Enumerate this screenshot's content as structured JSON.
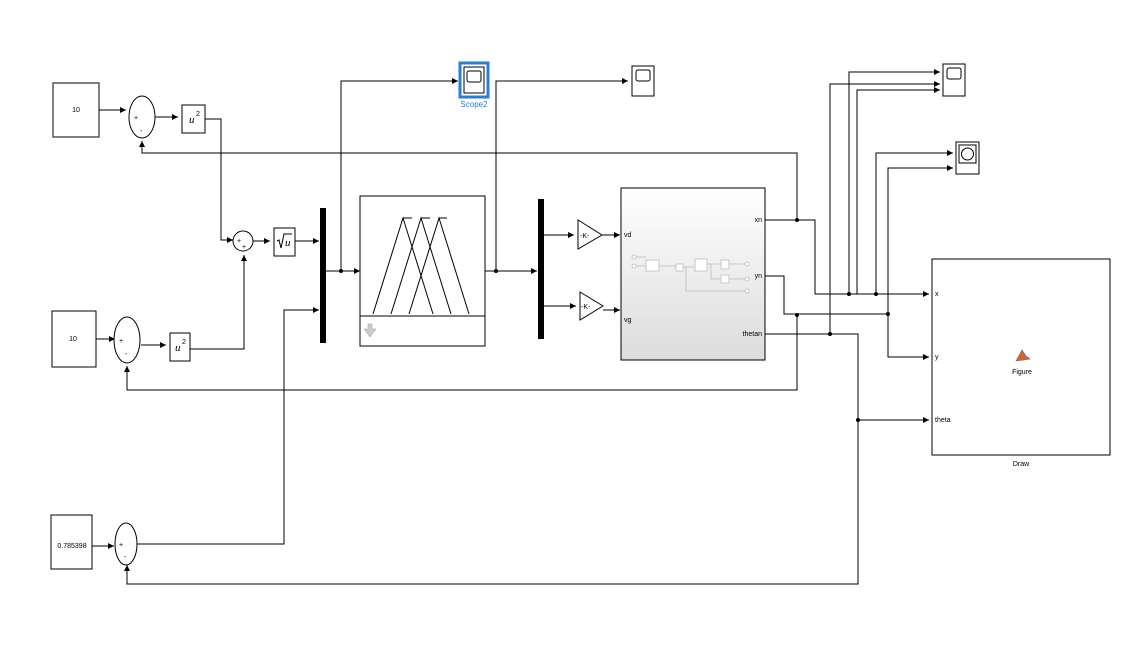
{
  "constants": {
    "c1": "10",
    "c2": "10",
    "c3": "0.785398"
  },
  "sum_signs": {
    "plus": "+",
    "minus": "-"
  },
  "math": {
    "square": "u",
    "square_exp": "2",
    "sqrt": "u"
  },
  "gains": {
    "g1": "-K-",
    "g2": "-K-"
  },
  "subsystem_ports": {
    "in_vd": "vd",
    "in_vg": "vg",
    "out_xn": "xn",
    "out_yn": "yn",
    "out_thetan": "thetan"
  },
  "scope_selected_name": "Scope2",
  "draw_block": {
    "in_x": "x",
    "in_y": "y",
    "in_theta": "theta",
    "icon_label": "Figure",
    "name": "Draw"
  },
  "colors": {
    "selection": "#2a7fd4",
    "subsystem_fill_top": "#ffffff",
    "subsystem_fill_bottom": "#dcdcdc",
    "matlab_icon": "#d9622b"
  }
}
